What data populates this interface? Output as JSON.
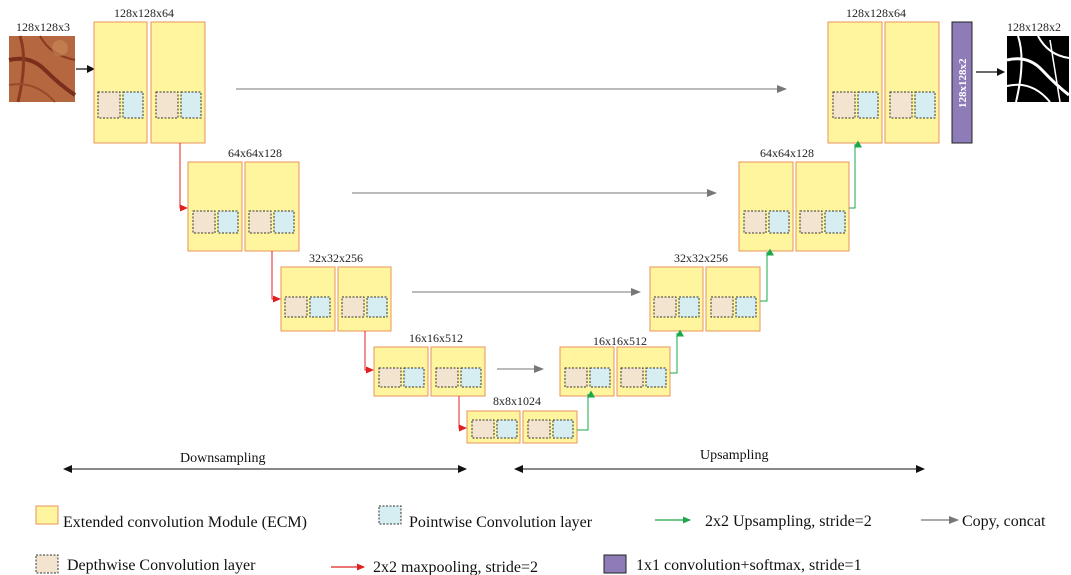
{
  "colors": {
    "ecm_fill": "#FFF59E",
    "ecm_border": "#E8945A",
    "depthwise_fill": "#F3E4D0",
    "pointwise_fill": "#D6EDF2",
    "output_fill": "#8E7CB8",
    "maxpool_arrow": "#E02020",
    "upsample_arrow": "#1AA84A",
    "copy_arrow": "#777777"
  },
  "labels": {
    "input": "128x128x3",
    "enc1": "128x128x64",
    "enc2": "64x64x128",
    "enc3": "32x32x256",
    "enc4": "16x16x512",
    "bottleneck": "8x8x1024",
    "dec4": "16x16x512",
    "dec3": "32x32x256",
    "dec2": "64x64x128",
    "dec1": "128x128x64",
    "final_conv": "128x128x2",
    "output": "128x128x2"
  },
  "sections": {
    "down": "Downsampling",
    "up": "Upsampling"
  },
  "legend": {
    "ecm": "Extended convolution Module (ECM)",
    "pointwise": "Pointwise Convolution layer",
    "upsample": "2x2 Upsampling, stride=2",
    "copy": "Copy, concat",
    "depthwise": "Depthwise Convolution layer",
    "maxpool": "2x2 maxpooling, stride=2",
    "conv1x1": "1x1 convolution+softmax, stride=1"
  }
}
